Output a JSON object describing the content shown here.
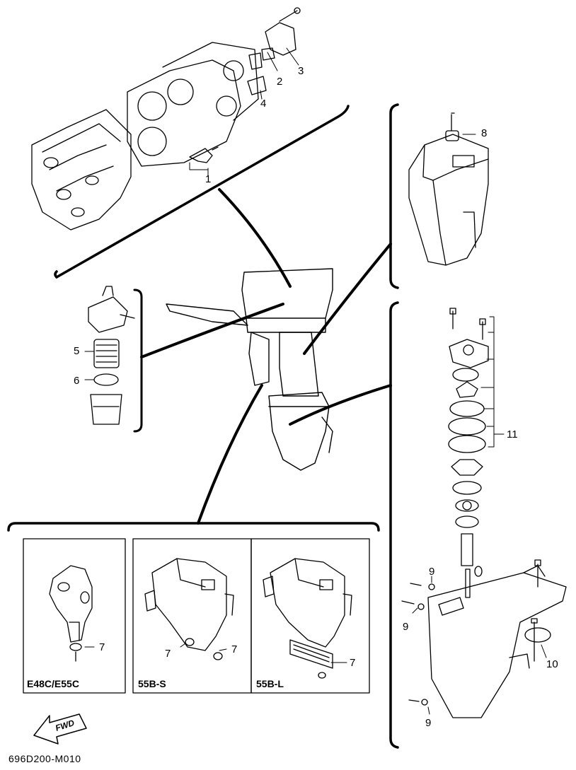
{
  "callouts": {
    "c1": "1",
    "c2": "2",
    "c3": "3",
    "c4": "4",
    "c5": "5",
    "c6": "6",
    "c7a": "7",
    "c7b": "7",
    "c7c": "7",
    "c7d": "7",
    "c8": "8",
    "c9a": "9",
    "c9b": "9",
    "c9c": "9",
    "c10": "10",
    "c11": "11"
  },
  "models": {
    "m1": "E48C/E55C",
    "m2": "55B-S",
    "m3": "55B-L"
  },
  "fwd_label": "FWD",
  "diagram_code": "696D200-M010"
}
